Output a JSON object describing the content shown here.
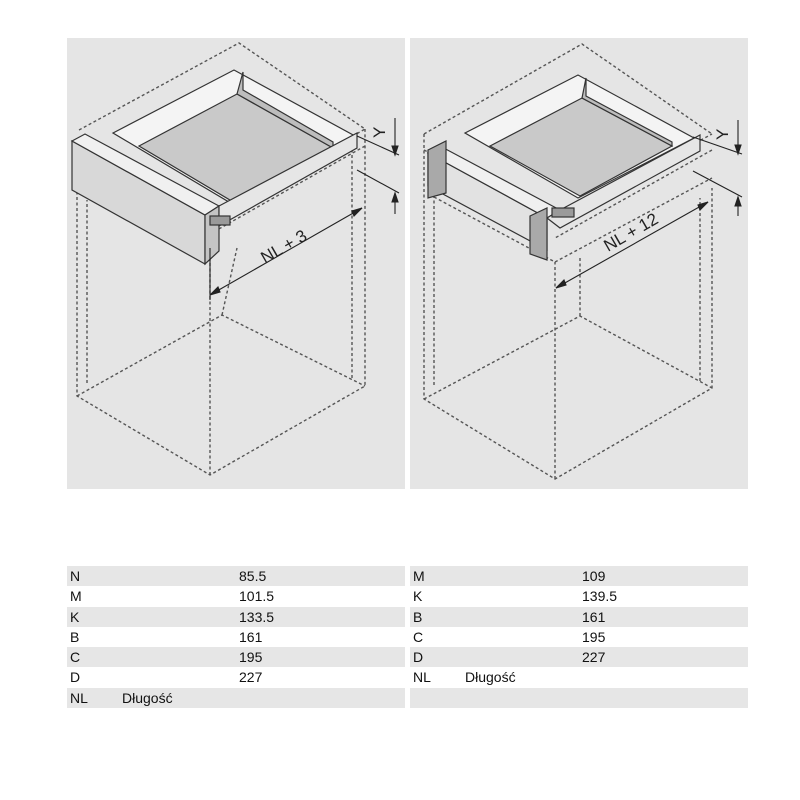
{
  "left_drawing": {
    "dimension_label": "NL + 3",
    "y_label": "Y"
  },
  "right_drawing": {
    "dimension_label": "NL + 12",
    "y_label": "Y"
  },
  "left_table": {
    "rows": [
      {
        "code": "N",
        "value": "85.5",
        "desc": ""
      },
      {
        "code": "M",
        "value": "101.5",
        "desc": ""
      },
      {
        "code": "K",
        "value": "133.5",
        "desc": ""
      },
      {
        "code": "B",
        "value": "161",
        "desc": ""
      },
      {
        "code": "C",
        "value": "195",
        "desc": ""
      },
      {
        "code": "D",
        "value": "227",
        "desc": ""
      },
      {
        "code": "NL",
        "value": "",
        "desc": "Długość"
      }
    ]
  },
  "right_table": {
    "rows": [
      {
        "code": "M",
        "value": "109",
        "desc": ""
      },
      {
        "code": "K",
        "value": "139.5",
        "desc": ""
      },
      {
        "code": "B",
        "value": "161",
        "desc": ""
      },
      {
        "code": "C",
        "value": "195",
        "desc": ""
      },
      {
        "code": "D",
        "value": "227",
        "desc": ""
      },
      {
        "code": "NL",
        "value": "",
        "desc": "Długość"
      }
    ]
  }
}
